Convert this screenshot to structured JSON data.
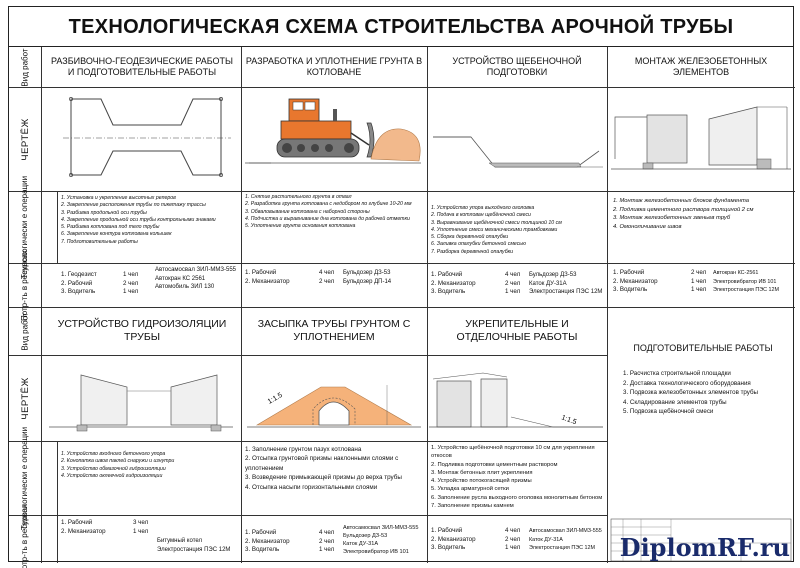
{
  "title": "ТЕХНОЛОГИЧЕСКАЯ СХЕМА СТРОИТЕЛЬСТВА АРОЧНОЙ ТРУБЫ",
  "row_labels": {
    "kind": "Вид работ",
    "drawing": "ЧЕРТЁЖ",
    "operations": "Технологически е операции",
    "resources": "Потр-ть в ресурсах"
  },
  "top": {
    "columns": [
      {
        "heading": "РАЗБИВОЧНО-ГЕОДЕЗИЧЕСКИЕ РАБОТЫ И ПОДГОТОВИТЕЛЬНЫЕ РАБОТЫ",
        "operations": [
          "1. Установка и укрепление высотных реперов",
          "2. Закрепление расположения трубы по пикетажу трассы",
          "3. Разбивка продольной оси трубы",
          "4. Закрепление продольной оси трубы контрольными знаками",
          "5. Разбивка котлована под тело трубы",
          "6. Закрепление контура котлована колышек",
          "7. Подготовительные работы"
        ],
        "workers": [
          {
            "name": "1. Геодезист",
            "count": "1 чел"
          },
          {
            "name": "2. Рабочий",
            "count": "2 чел"
          },
          {
            "name": "3. Водитель",
            "count": "1 чел"
          }
        ],
        "equipment": [
          "Автосамосвал ЗИЛ-ММЗ-555",
          "Автокран КС 2561",
          "Автомобиль ЗИЛ 130"
        ]
      },
      {
        "heading": "РАЗРАБОТКА И УПЛОТНЕНИЕ ГРУНТА В КОТЛОВАНЕ",
        "operations": [
          "1. Снятие растительного грунта в отвал",
          "2. Разработка грунта котлована с недобором по глубине 10-20 мм",
          "3. Обваловывание котлована с наборной стороны",
          "4. Подчистка и выравнивание дна котлована до рабочей отметки",
          "5. Уплотнение грунта основания котлована"
        ],
        "workers": [
          {
            "name": "1. Рабочий",
            "count": "4 чел"
          },
          {
            "name": "2. Механизатор",
            "count": "2 чел"
          }
        ],
        "equipment": [
          "Бульдозер ДЗ-53",
          "Бульдозер ДП-14"
        ]
      },
      {
        "heading": "УСТРОЙСТВО ЩЕБЕНОЧНОЙ ПОДГОТОВКИ",
        "operations": [
          "1. Устройство упора выходного оголовка",
          "2. Подача в котлован щебёночной смеси",
          "3. Выравнивание щебёночной смеси толщиной 10 см",
          "4. Уплотнение смеси механическими трамбовками",
          "5. Сборка деревянной опалубки",
          "6. Заливка опалубки бетонной смесью",
          "7. Разборка деревянной опалубки"
        ],
        "workers": [
          {
            "name": "1. Рабочий",
            "count": "4 чел"
          },
          {
            "name": "2. Механизатор",
            "count": "2 чел"
          },
          {
            "name": "3. Водитель",
            "count": "1 чел"
          }
        ],
        "equipment": [
          "Бульдозер ДЗ-53",
          "Каток ДУ-31А",
          "Электростанция ПЭС 12М"
        ]
      },
      {
        "heading": "МОНТАЖ ЖЕЛЕЗОБЕТОННЫХ ЭЛЕМЕНТОВ",
        "operations": [
          "1. Монтаж железобетонных блоков фундамента",
          "2. Подливка цементного раствора толщиной 2 см",
          "3. Монтаж железобетонных звеньев труб",
          "4. Омоноличивание швов"
        ],
        "workers": [
          {
            "name": "1. Рабочий",
            "count": "2 чел"
          },
          {
            "name": "2. Механизатор",
            "count": "1 чел"
          },
          {
            "name": "3. Водитель",
            "count": "1 чел"
          }
        ],
        "equipment": [
          "Автокран КС-2561",
          "Электровибратор ИВ 101",
          "Электростанция ПЭС 12М"
        ]
      }
    ]
  },
  "bottom": {
    "columns": [
      {
        "heading": "УСТРОЙСТВО ГИДРОИЗОЛЯЦИИ ТРУБЫ",
        "operations": [
          "1. Устройство входного бетонного упора",
          "2. Конопатка швов паклей снаружи и изнутри",
          "3. Устройство обмазочной гидроизоляции",
          "4. Устройство оклеечной гидроизоляции"
        ],
        "workers": [
          {
            "name": "1. Рабочий",
            "count": "3 чел"
          },
          {
            "name": "2. Механизатор",
            "count": "1 чел"
          }
        ],
        "equipment": [
          "Битумный котел",
          "Электростанция ПЭС 12М"
        ]
      },
      {
        "heading": "ЗАСЫПКА ТРУБЫ ГРУНТОМ С УПЛОТНЕНИЕМ",
        "slope_label": "1:1.5",
        "operations": [
          "1. Заполнение грунтом пазух котлована",
          "2. Отсыпка грунтовой призмы наклонными слоями с уплотнением",
          "3. Возведение примыкающей призмы до верха трубы",
          "4. Отсыпка насыпи горизонтальными слоями"
        ],
        "workers": [
          {
            "name": "1. Рабочий",
            "count": "4 чел"
          },
          {
            "name": "2. Механизатор",
            "count": "2 чел"
          },
          {
            "name": "3. Водитель",
            "count": "1 чел"
          }
        ],
        "equipment": [
          "Автосамосвал ЗИЛ-ММЗ-555",
          "Бульдозер ДЗ-53",
          "Каток ДУ-31А",
          "Электровибратор ИВ 101"
        ]
      },
      {
        "heading": "УКРЕПИТЕЛЬНЫЕ И ОТДЕЛОЧНЫЕ РАБОТЫ",
        "slope_label": "1:1.5",
        "operations": [
          "1. Устройство щебёночной подготовки 10 см для укрепления откосов",
          "2. Подливка подготовки цементным раствором",
          "3. Монтаж бетонных плит укрепления",
          "4. Устройство потокогасящей призмы",
          "5. Укладка арматурной сетки",
          "6. Заполнение русла выходного оголовка монолитным бетоном",
          "7. Заполнение призмы камнем"
        ],
        "workers": [
          {
            "name": "1. Рабочий",
            "count": "4 чел"
          },
          {
            "name": "2. Механизатор",
            "count": "2 чел"
          },
          {
            "name": "3. Водитель",
            "count": "1 чел"
          }
        ],
        "equipment": [
          "Автосамосвал ЗИЛ-ММЗ-555",
          "Каток ДУ-31А",
          "Электростанция ПЭС 12М"
        ]
      }
    ],
    "prep": {
      "title": "ПОДГОТОВИТЕЛЬНЫЕ РАБОТЫ",
      "items": [
        "1. Расчистка строительной площадки",
        "2. Доставка технологического оборудования",
        "3. Подвозка железобетонных элементов трубы",
        "4. Складирование элементов трубы",
        "5. Подвозка щебёночной смеси"
      ]
    }
  },
  "watermark": "DiplomRF.ru",
  "colors": {
    "bulldozer": "#e8772e",
    "soil_heap": "#f2b98c",
    "embankment": "#f5b27a",
    "brand": "#1a2b6b"
  }
}
